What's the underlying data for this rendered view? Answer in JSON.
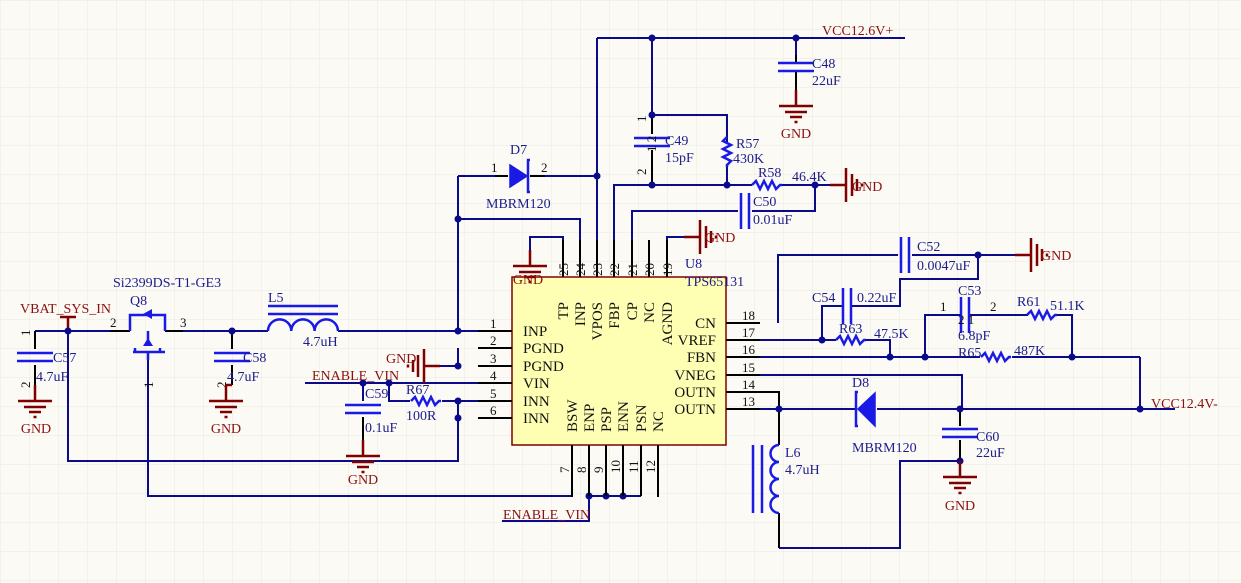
{
  "nets": {
    "vcc_pos": "VCC12.6V+",
    "vcc_neg": "VCC12.4V-",
    "vbat": "VBAT_SYS_IN",
    "enable_left": "ENABLE_VIN",
    "enable_bottom": "ENABLE_VIN",
    "gnd": "GND"
  },
  "ic": {
    "designator": "U8",
    "part": "TPS65131",
    "left_pins": [
      {
        "num": "1",
        "name": "INP"
      },
      {
        "num": "2",
        "name": "PGND"
      },
      {
        "num": "3",
        "name": "PGND"
      },
      {
        "num": "4",
        "name": "VIN"
      },
      {
        "num": "5",
        "name": "INN"
      },
      {
        "num": "6",
        "name": "INN"
      }
    ],
    "top_pins": [
      {
        "num": "25",
        "name": "TP"
      },
      {
        "num": "24",
        "name": "INP"
      },
      {
        "num": "23",
        "name": "VPOS"
      },
      {
        "num": "22",
        "name": "FBP"
      },
      {
        "num": "21",
        "name": "CP"
      },
      {
        "num": "20",
        "name": "NC"
      },
      {
        "num": "19",
        "name": "AGND"
      }
    ],
    "bottom_pins": [
      {
        "num": "7",
        "name": "BSW"
      },
      {
        "num": "8",
        "name": "ENP"
      },
      {
        "num": "9",
        "name": "PSP"
      },
      {
        "num": "10",
        "name": "ENN"
      },
      {
        "num": "11",
        "name": "PSN"
      },
      {
        "num": "12",
        "name": "NC"
      }
    ],
    "right_pins": [
      {
        "num": "18",
        "name": "CN"
      },
      {
        "num": "17",
        "name": "VREF"
      },
      {
        "num": "16",
        "name": "FBN"
      },
      {
        "num": "15",
        "name": "VNEG"
      },
      {
        "num": "14",
        "name": "OUTN"
      },
      {
        "num": "13",
        "name": "OUTN"
      }
    ],
    "fill": "#ffffb4",
    "border": "#800000"
  },
  "components": {
    "C48": {
      "ref": "C48",
      "value": "22uF"
    },
    "C49": {
      "ref": "C49",
      "value": "15pF",
      "pin1": "1",
      "pin2": "2",
      "mid": "1 2"
    },
    "R57": {
      "ref": "R57",
      "value": "430K"
    },
    "R58": {
      "ref": "R58",
      "value": "46.4K"
    },
    "C50": {
      "ref": "C50",
      "value": "0.01uF"
    },
    "D7": {
      "ref": "D7",
      "value": "MBRM120",
      "pin1": "1",
      "pin2": "2"
    },
    "Q8": {
      "ref": "Q8",
      "value": "Si2399DS-T1-GE3",
      "pin1": "1",
      "pin2": "2",
      "pin3": "3"
    },
    "C57": {
      "ref": "C57",
      "value": "4.7uF",
      "pin1": "1",
      "pin2": "2"
    },
    "L5": {
      "ref": "L5",
      "value": "4.7uH"
    },
    "C58": {
      "ref": "C58",
      "value": "4.7uF",
      "pin2": "2"
    },
    "C59": {
      "ref": "C59",
      "value": "0.1uF"
    },
    "R67": {
      "ref": "R67",
      "value": "100R"
    },
    "C52": {
      "ref": "C52",
      "value": "0.0047uF"
    },
    "C54": {
      "ref": "C54",
      "value": "0.22uF"
    },
    "C53": {
      "ref": "C53",
      "value": "6.8pF",
      "pin1": "1",
      "pin2": "2",
      "mid": "2 1"
    },
    "R61": {
      "ref": "R61",
      "value": "51.1K"
    },
    "R63": {
      "ref": "R63",
      "value": "47.5K"
    },
    "R65": {
      "ref": "R65",
      "value": "487K"
    },
    "D8": {
      "ref": "D8",
      "value": "MBRM120"
    },
    "C60": {
      "ref": "C60",
      "value": "22uF"
    },
    "L6": {
      "ref": "L6",
      "value": "4.7uH"
    }
  },
  "colors": {
    "wire": "#0a0a8a",
    "component": "#1a1ae6",
    "net_label": "#8b1010",
    "ground": "#800000",
    "background": "#fbfaf5"
  }
}
